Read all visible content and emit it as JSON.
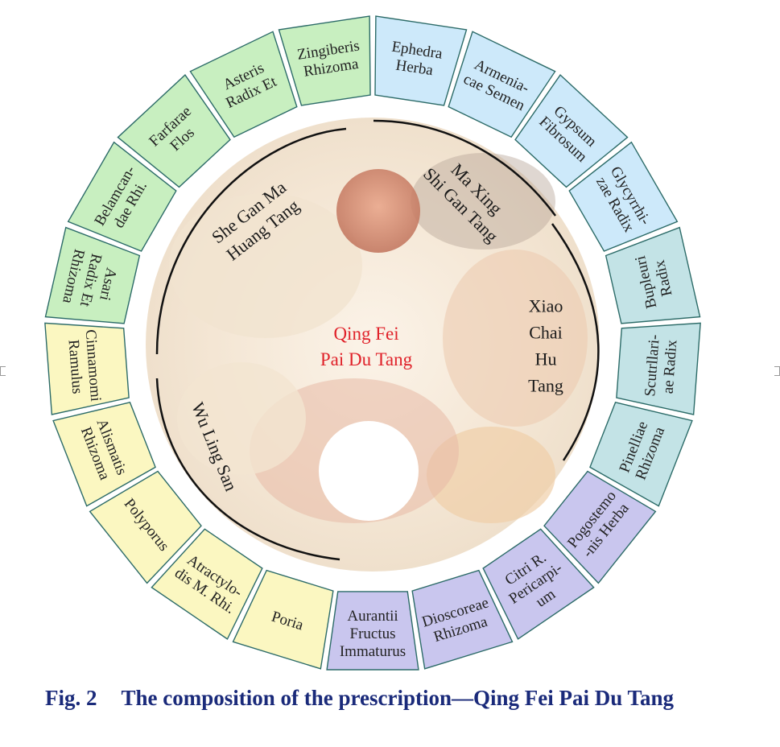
{
  "colors": {
    "green": "#c8efc0",
    "blue": "#cde9fa",
    "teal": "#c3e3e6",
    "purple": "#c9c6ee",
    "yellow": "#fbf7c1",
    "segment_border": "#2c6b68",
    "center_text": "#e0222a",
    "caption": "#1a2a7a"
  },
  "diagram": {
    "center_title": [
      "Qing Fei",
      "Pai Du Tang"
    ],
    "formulas": [
      {
        "id": "she-gan-ma-huang-tang",
        "lines": [
          "She Gan Ma",
          "Huang Tang"
        ]
      },
      {
        "id": "ma-xing-shi-gan-tang",
        "lines": [
          "Ma Xing",
          "Shi Gan Tang"
        ]
      },
      {
        "id": "xiao-chai-hu-tang",
        "lines": [
          "Xiao",
          "Chai",
          "Hu",
          "Tang"
        ]
      },
      {
        "id": "wu-ling-san",
        "lines": [
          "Wu Ling San"
        ]
      }
    ],
    "segments": [
      {
        "lines": [
          "Ephedra",
          "Herba"
        ],
        "color": "blue"
      },
      {
        "lines": [
          "Armenia-",
          "cae Semen"
        ],
        "color": "blue"
      },
      {
        "lines": [
          "Gypsum",
          "Fibrosum"
        ],
        "color": "blue"
      },
      {
        "lines": [
          "Glycyrrhi-",
          "zae Radix"
        ],
        "color": "blue"
      },
      {
        "lines": [
          "Bupleuri",
          "Radix"
        ],
        "color": "teal"
      },
      {
        "lines": [
          "Scutrllari-",
          "ae Radix"
        ],
        "color": "teal"
      },
      {
        "lines": [
          "Pinelliae",
          "Rhizoma"
        ],
        "color": "teal"
      },
      {
        "lines": [
          "Pogostemo",
          "-nis Herba"
        ],
        "color": "purple"
      },
      {
        "lines": [
          "Citri R.",
          "Pericarpi-",
          "um"
        ],
        "color": "purple"
      },
      {
        "lines": [
          "Dioscoreae",
          "Rhizoma"
        ],
        "color": "purple"
      },
      {
        "lines": [
          "Aurantii",
          "Fructus",
          "Immaturus"
        ],
        "color": "purple"
      },
      {
        "lines": [
          "Poria"
        ],
        "color": "yellow"
      },
      {
        "lines": [
          "Atractylo-",
          "dis M. Rhi."
        ],
        "color": "yellow"
      },
      {
        "lines": [
          "Polyporus"
        ],
        "color": "yellow"
      },
      {
        "lines": [
          "Alismatis",
          "Rhizoma"
        ],
        "color": "yellow"
      },
      {
        "lines": [
          "Cinnamomi",
          "Ramulus"
        ],
        "color": "yellow"
      },
      {
        "lines": [
          "Asari",
          "Radix Et",
          "Rhizoma"
        ],
        "color": "green"
      },
      {
        "lines": [
          "Belamcan-",
          "dae Rhi."
        ],
        "color": "green"
      },
      {
        "lines": [
          "Farfarae",
          "Flos"
        ],
        "color": "green"
      },
      {
        "lines": [
          "Asteris",
          "Radix Et"
        ],
        "color": "green"
      },
      {
        "lines": [
          "Zingiberis",
          "Rhizoma"
        ],
        "color": "green"
      }
    ]
  },
  "caption": {
    "fig_label": "Fig. 2",
    "text": "The composition of the prescription—Qing Fei Pai Du Tang"
  }
}
